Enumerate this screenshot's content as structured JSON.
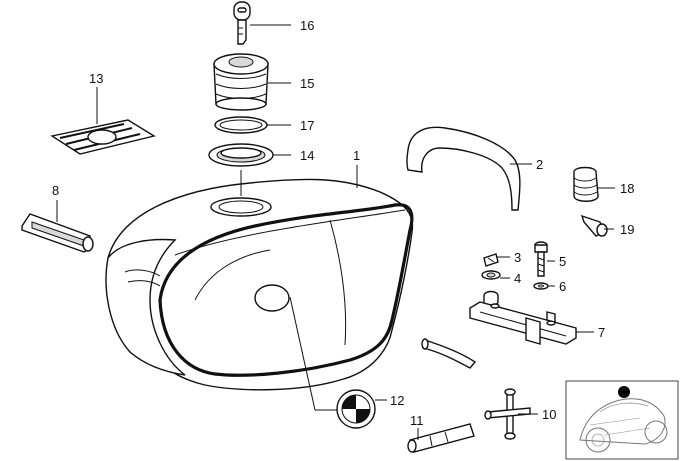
{
  "diagram": {
    "part_numbers": {
      "p1": "1",
      "p2": "2",
      "p3": "3",
      "p4": "4",
      "p5": "5",
      "p6": "6",
      "p7": "7",
      "p8": "8",
      "p10": "10",
      "p11": "11",
      "p12": "12",
      "p13": "13",
      "p14": "14",
      "p15": "15",
      "p16": "16",
      "p17": "17",
      "p18": "18",
      "p19": "19"
    },
    "thumbnail": {
      "icon": "motorcycle-locator-icon",
      "marker_color": "#000000"
    }
  }
}
